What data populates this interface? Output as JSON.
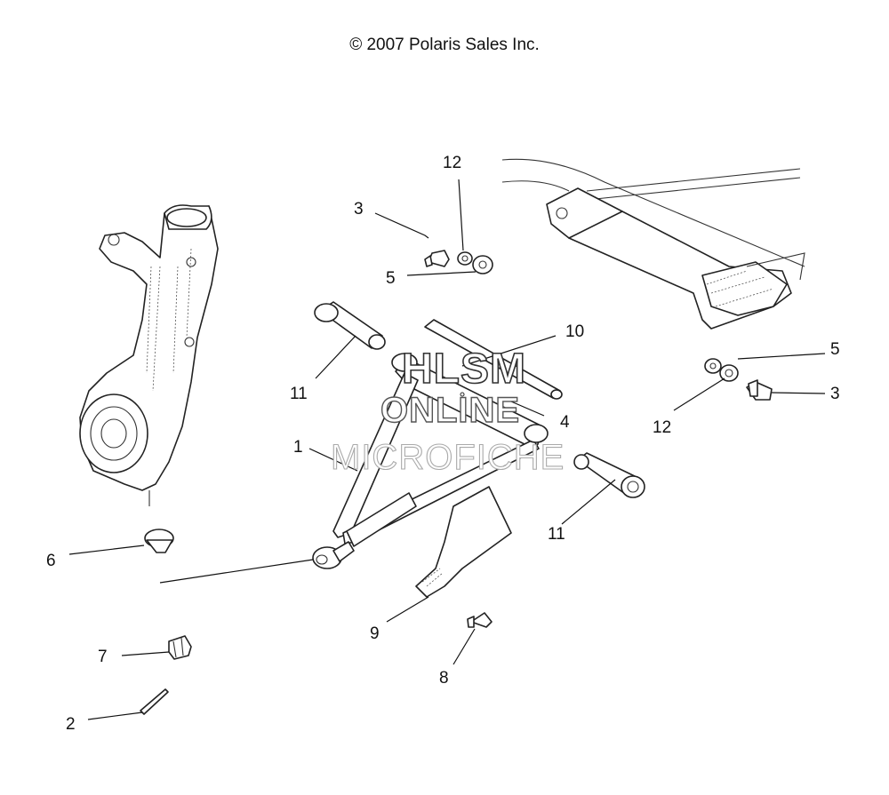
{
  "copyright": "© 2007 Polaris Sales Inc.",
  "watermark": {
    "line1": "HLSM",
    "line2": "ONLINE",
    "line3": "MICROFICHE"
  },
  "callouts": {
    "c1": "1",
    "c2": "2",
    "c3a": "3",
    "c3b": "3",
    "c4": "4",
    "c5a": "5",
    "c5b": "5",
    "c6": "6",
    "c7": "7",
    "c8": "8",
    "c9": "9",
    "c10": "10",
    "c11a": "11",
    "c11b": "11",
    "c12a": "12",
    "c12b": "12"
  },
  "parts": [
    {
      "callout": "1",
      "part": "a-arm"
    },
    {
      "callout": "2",
      "part": "cotter-pin"
    },
    {
      "callout": "3",
      "part": "bolt"
    },
    {
      "callout": "4",
      "part": "bushing"
    },
    {
      "callout": "5",
      "part": "washer"
    },
    {
      "callout": "6",
      "part": "boot"
    },
    {
      "callout": "7",
      "part": "castle-nut"
    },
    {
      "callout": "8",
      "part": "screw"
    },
    {
      "callout": "9",
      "part": "guard"
    },
    {
      "callout": "10",
      "part": "pivot-tube"
    },
    {
      "callout": "11",
      "part": "pivot-bushing"
    },
    {
      "callout": "12",
      "part": "washer"
    }
  ]
}
